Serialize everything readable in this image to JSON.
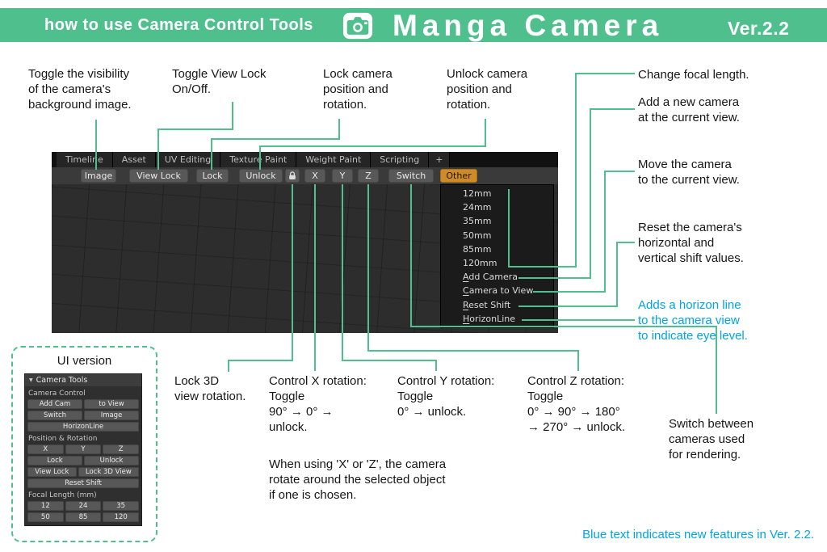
{
  "header": {
    "subtitle": "how to use Camera Control Tools",
    "title": "Manga Camera",
    "version": "Ver.2.2"
  },
  "colors": {
    "green": "#4FC08D",
    "blue": "#00A3E6",
    "orange": "#CF8C26"
  },
  "icons": {
    "camera": "camera-icon",
    "lock": "lock-icon",
    "collapse_glyph": "▼"
  },
  "annotations": {
    "toggle_bg": "Toggle the visibility\nof the camera's\nbackground image.",
    "toggle_view_lock": "Toggle View Lock\nOn/Off.",
    "lock_camera": "Lock camera\nposition and\nrotation.",
    "unlock_camera": "Unlock camera\nposition and\nrotation.",
    "change_focal": "Change focal length.",
    "add_camera": "Add a new camera\nat the current view.",
    "move_camera": "Move the camera\nto the current view.",
    "reset_shift": "Reset the camera's\nhorizontal and\nvertical shift values.",
    "horizon_line": "Adds a horizon line\nto the camera view\nto indicate eye level.",
    "lock_3d": "Lock 3D\nview rotation.",
    "control_x": "Control X rotation:\nToggle\n90° → 0° →\nunlock.",
    "control_y": "Control Y rotation:\nToggle\n0° → unlock.",
    "control_z": "Control Z rotation:\nToggle\n0° → 90° → 180°\n→ 270° → unlock.",
    "xz_note": "When using 'X' or 'Z', the camera\nrotate around the selected object\nif one is chosen.",
    "switch_cameras": "Switch between\ncameras used\nfor rendering.",
    "footer_note": "Blue text indicates new features in Ver. 2.2."
  },
  "blender": {
    "tabs": [
      "Timeline",
      "Asset",
      "UV Editing",
      "Texture Paint",
      "Weight Paint",
      "Scripting",
      "+"
    ],
    "toolbar": {
      "image": "Image",
      "view_lock": "View Lock",
      "lock": "Lock",
      "unlock": "Unlock",
      "x": "X",
      "y": "Y",
      "z": "Z",
      "switch": "Switch",
      "other": "Other"
    },
    "menu_items": [
      {
        "pre": "12mm",
        "u": "",
        "post": ""
      },
      {
        "pre": "24mm",
        "u": "",
        "post": ""
      },
      {
        "pre": "35mm",
        "u": "",
        "post": ""
      },
      {
        "pre": "50mm",
        "u": "",
        "post": ""
      },
      {
        "pre": "85mm",
        "u": "",
        "post": ""
      },
      {
        "pre": "120mm",
        "u": "",
        "post": ""
      },
      {
        "pre": "",
        "u": "A",
        "post": "dd Camera"
      },
      {
        "pre": "",
        "u": "C",
        "post": "amera to View"
      },
      {
        "pre": "",
        "u": "R",
        "post": "eset Shift"
      },
      {
        "pre": "",
        "u": "H",
        "post": "orizonLine"
      }
    ]
  },
  "ui_panel": {
    "box_title": "UI version",
    "panel_title": "Camera Tools",
    "labels": {
      "camera_control": "Camera Control",
      "position_rotation": "Position & Rotation",
      "focal_length": "Focal Length (mm)"
    },
    "buttons": {
      "add_cam": "Add Cam",
      "to_view": "to View",
      "switch": "Switch",
      "image": "Image",
      "horizonline": "HorizonLine",
      "x": "X",
      "y": "Y",
      "z": "Z",
      "lock": "Lock",
      "unlock": "Unlock",
      "view_lock": "View Lock",
      "lock_3d": "Lock 3D View",
      "reset_shift": "Reset Shift",
      "f12": "12",
      "f24": "24",
      "f35": "35",
      "f50": "50",
      "f85": "85",
      "f120": "120"
    }
  }
}
